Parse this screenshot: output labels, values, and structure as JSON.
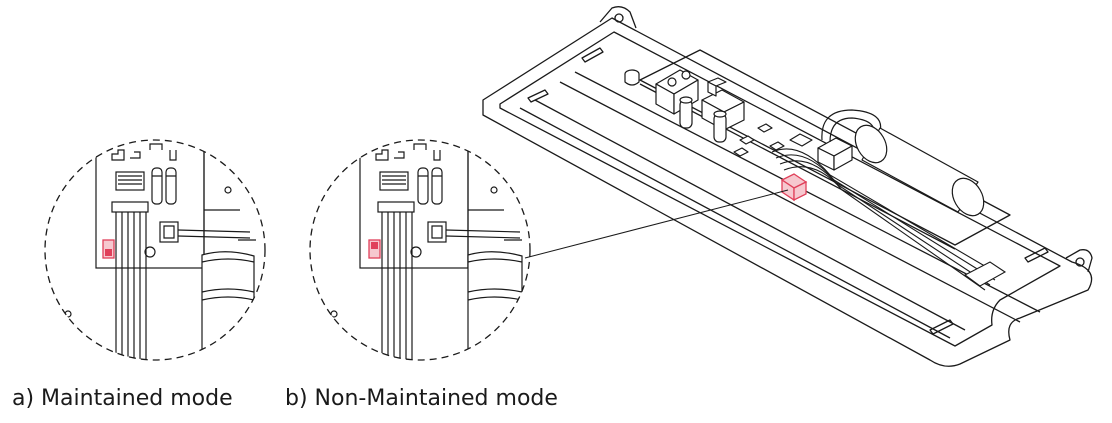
{
  "captions": {
    "a": "a) Maintained mode",
    "b": "b) Non-Maintained mode"
  },
  "colors": {
    "line": "#1a1a1a",
    "switch_highlight": "#e0405a",
    "switch_fill": "#f6c8cf"
  },
  "detail_views": [
    {
      "mode": "maintained",
      "switch_position": "down"
    },
    {
      "mode": "non-maintained",
      "switch_position": "up"
    }
  ]
}
